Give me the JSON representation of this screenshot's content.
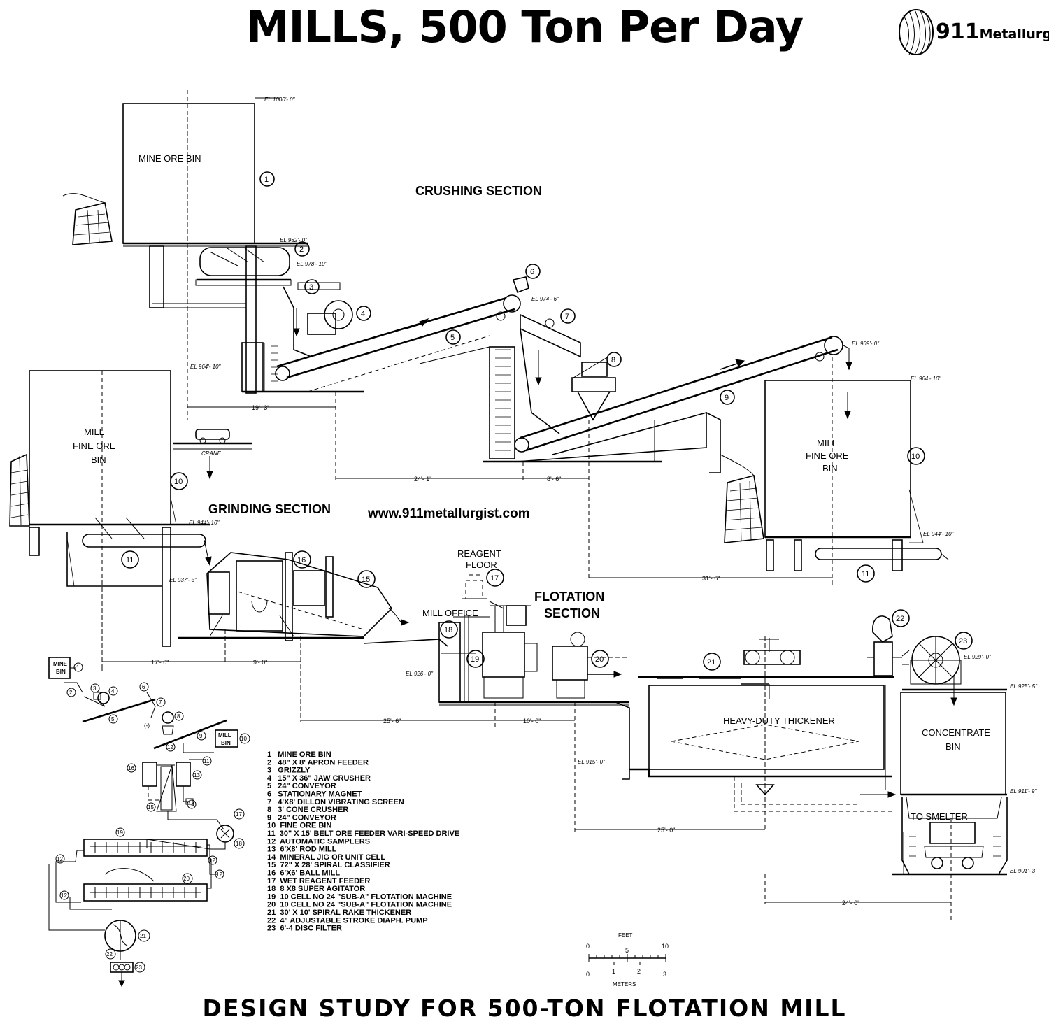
{
  "title": "MILLS, 500 Ton Per Day",
  "footer_title": "DESIGN STUDY FOR 500-TON FLOTATION MILL",
  "brand": {
    "number": "911",
    "name": "Metallurgist"
  },
  "website": "www.911metallurgist.com",
  "sections": {
    "crushing": "CRUSHING SECTION",
    "grinding": "GRINDING SECTION",
    "flotation_1": "FLOTATION",
    "flotation_2": "SECTION"
  },
  "labels": {
    "mine_ore_bin": "MINE ORE BIN",
    "mill_fine_left_1": "MILL",
    "mill_fine_left_2": "FINE ORE",
    "mill_fine_left_3": "BIN",
    "mill_fine_right_1": "MILL",
    "mill_fine_right_2": "FINE ORE",
    "mill_fine_right_3": "BIN",
    "crane": "CRANE",
    "reagent_1": "REAGENT",
    "reagent_2": "FLOOR",
    "mill_office": "MILL OFFICE",
    "thickener": "HEAVY-DUTY THICKENER",
    "concentrate_1": "CONCENTRATE",
    "concentrate_2": "BIN",
    "to_smelter": "TO SMELTER",
    "mini_mine_1": "MINE",
    "mini_mine_2": "BIN",
    "mini_mill_1": "MILL",
    "mini_mill_2": "BIN"
  },
  "elevations": {
    "e1000": "EL 1000'- 0\"",
    "e982": "EL 982'- 0\"",
    "e978": "EL 978'- 10\"",
    "e974": "EL 974'- 6\"",
    "e969": "EL 969'- 0\"",
    "e964a": "EL 964'- 10\"",
    "e964b": "EL 964'- 10\"",
    "e944a": "EL 944'- 10\"",
    "e944b": "EL 944'- 10\"",
    "e937": "EL 937'- 3\"",
    "e929": "EL 929'- 0\"",
    "e926": "EL 926'- 0\"",
    "e925": "EL 925'- 5\"",
    "e915": "EL 915'- 0\"",
    "e911": "EL 911'- 9\"",
    "e901": "EL 901'- 3"
  },
  "dimensions": {
    "d19_3": "19'- 3\"",
    "d24_1": "24'- 1\"",
    "d8_6": "8'- 6\"",
    "d31_6": "31'- 6\"",
    "d17_0": "17'- 0\"",
    "d9_0": "9'- 0\"",
    "d25_6": "25'- 6\"",
    "d10_0": "10'- 0\"",
    "d25_0": "25'- 0\"",
    "d24_0": "24'- 0\""
  },
  "callouts": {
    "c1": "1",
    "c2": "2",
    "c3": "3",
    "c4": "4",
    "c5": "5",
    "c6": "6",
    "c7": "7",
    "c8": "8",
    "c9": "9",
    "c10": "10",
    "c10b": "10",
    "c11": "11",
    "c11b": "11",
    "c15": "15",
    "c16": "16",
    "c17": "17",
    "c18": "18",
    "c19": "19",
    "c20": "20",
    "c21": "21",
    "c22": "22",
    "c23": "23"
  },
  "mini_callouts": {
    "m1": "1",
    "m2": "2",
    "m3": "3",
    "m4": "4",
    "m5": "5",
    "m6": "6",
    "m7": "7",
    "m8": "8",
    "m9": "9",
    "m10": "10",
    "m11": "11",
    "m12a": "12",
    "m12b": "12",
    "m12c": "12",
    "m12d": "12",
    "m12e": "12",
    "m13": "13",
    "m14": "14",
    "m15": "15",
    "m16": "16",
    "m17": "17",
    "m18": "18",
    "m19": "19",
    "m20": "20",
    "m21": "21",
    "m22": "22",
    "m23": "23",
    "mneg": "(-)"
  },
  "legend": [
    "1   MINE ORE BIN",
    "2   48\" X 8' APRON FEEDER",
    "3   GRIZZLY",
    "4   15\" X 36\" JAW CRUSHER",
    "5   24\" CONVEYOR",
    "6   STATIONARY MAGNET",
    "7   4'X8' DILLON VIBRATING SCREEN",
    "8   3' CONE CRUSHER",
    "9   24\" CONVEYOR",
    "10  FINE ORE BIN",
    "11  30\" X 15' BELT ORE FEEDER VARI-SPEED DRIVE",
    "12  AUTOMATIC SAMPLERS",
    "13  6'X8' ROD MILL",
    "14  MINERAL JIG OR UNIT CELL",
    "15  72\" X 28' SPIRAL CLASSIFIER",
    "16  6'X6' BALL MILL",
    "17  WET REAGENT FEEDER",
    "18  8 X8 SUPER AGITATOR",
    "19  10 CELL NO 24 \"SUB-A\" FLOTATION MACHINE",
    "20  10 CELL NO 24 \"SUB-A\" FLOTATION MACHINE",
    "21  30' X 10' SPIRAL RAKE THICKENER",
    "22  4\" ADJUSTABLE STROKE DIAPH. PUMP",
    "23  6'-4 DISC FILTER"
  ],
  "scale": {
    "feet_label": "FEET",
    "meters_label": "METERS",
    "feet_ticks": [
      "0",
      "5",
      "10"
    ],
    "meter_ticks": [
      "0",
      "1",
      "2",
      "3"
    ]
  }
}
